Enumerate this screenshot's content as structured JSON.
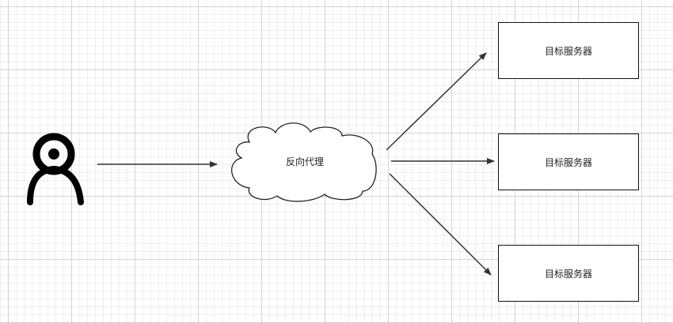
{
  "diagram": {
    "proxy": {
      "label": "反向代理",
      "shape": "cloud"
    },
    "user": {
      "icon": "user-icon"
    },
    "servers": [
      {
        "label": "目标服务器"
      },
      {
        "label": "目标服务器"
      },
      {
        "label": "目标服务器"
      }
    ],
    "colors": {
      "stroke": "#111111",
      "arrow": "#333333",
      "grid": "#d4d4d4"
    }
  }
}
